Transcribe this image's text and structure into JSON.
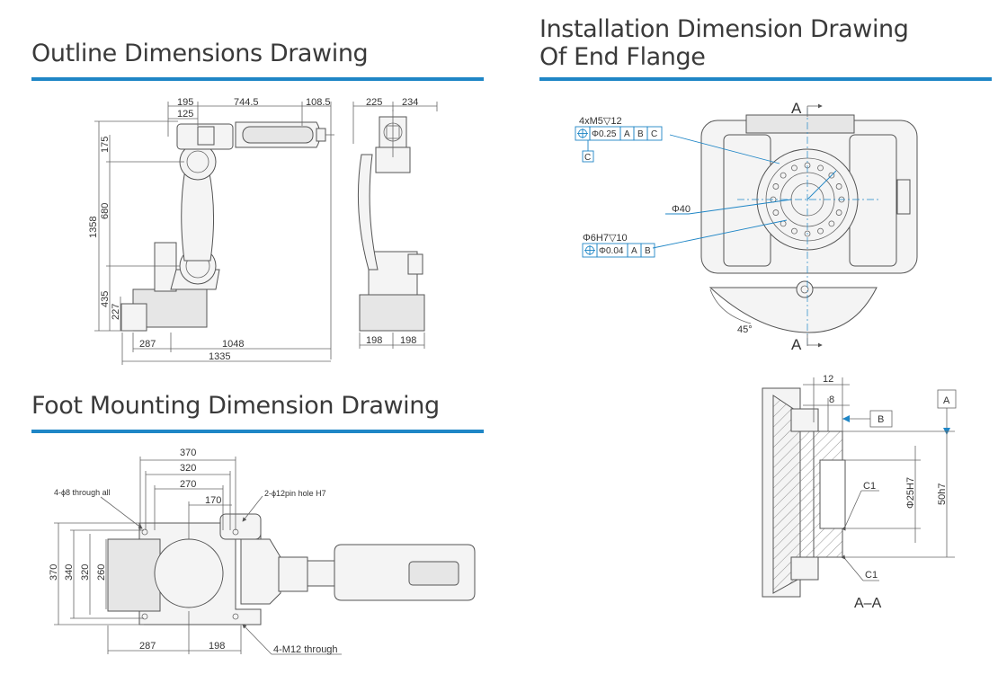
{
  "sections": {
    "outline": "Outline Dimensions Drawing",
    "foot": "Foot Mounting Dimension Drawing",
    "install_line1": "Installation Dimension Drawing",
    "install_line2": "Of End Flange"
  },
  "outline_dims": {
    "d195": "195",
    "d744_5": "744.5",
    "d108_5": "108.5",
    "d125": "125",
    "d175": "175",
    "d680": "680",
    "d1358": "1358",
    "d435": "435",
    "d227": "227",
    "d287": "287",
    "d1048": "1048",
    "d1335": "1335",
    "d225": "225",
    "d234": "234",
    "d198a": "198",
    "d198b": "198"
  },
  "foot_dims": {
    "d370w": "370",
    "d320w": "320",
    "d270w": "270",
    "d170w": "170",
    "d370h": "370",
    "d340h": "340",
    "d320h": "320",
    "d260h": "260",
    "d287": "287",
    "d198": "198",
    "note_holes": "4-ϕ8 through all",
    "note_pin": "2-ϕ12pin hole H7",
    "note_m12": "4-M12 through"
  },
  "flange": {
    "section_A_top": "A",
    "section_A_bottom": "A",
    "callout1_title": "4xM5▽12",
    "callout1_cells": [
      "Φ0.25",
      "A",
      "B",
      "C"
    ],
    "datum_c": "C",
    "phi40": "Φ40",
    "callout2_title": "Φ6H7▽10",
    "callout2_cells": [
      "Φ0.04",
      "A",
      "B"
    ],
    "angle": "45°"
  },
  "section_view": {
    "d12": "12",
    "d8": "8",
    "datum_b": "B",
    "datum_a": "A",
    "phi25h7": "Φ25H7",
    "d50h7": "50h7",
    "c1_top": "C1",
    "c1_bottom": "C1",
    "label": "A–A"
  }
}
